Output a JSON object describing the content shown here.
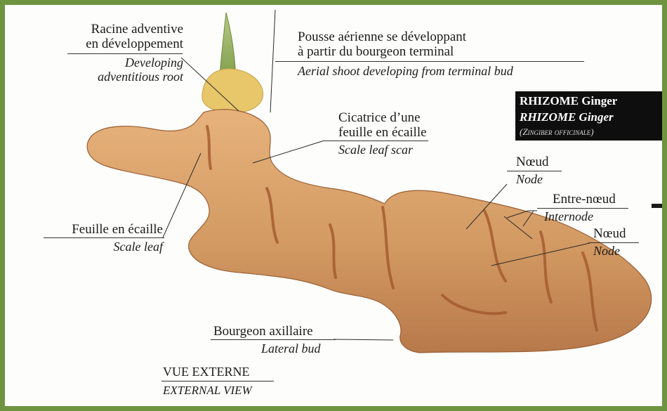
{
  "title": {
    "fr": "VUE EXTERNE",
    "en": "EXTERNAL VIEW"
  },
  "box": {
    "line1": "RHIZOME Ginger",
    "line2": "RHIZOME Ginger",
    "line3": "(Zingiber officinale)"
  },
  "labels": {
    "adventitious_root": {
      "fr1": "Racine adventive",
      "fr2": "en développement",
      "en1": "Developing",
      "en2": "adventitious root"
    },
    "aerial_shoot": {
      "fr1": "Pousse aérienne se développant",
      "fr2": "à partir du bourgeon terminal",
      "en": "Aerial shoot developing from terminal bud"
    },
    "scale_leaf_scar": {
      "fr1": "Cicatrice d’une",
      "fr2": "feuille en écaille",
      "en": "Scale leaf scar"
    },
    "node_upper": {
      "fr": "Nœud",
      "en": "Node"
    },
    "internode": {
      "fr": "Entre-nœud",
      "en": "Internode"
    },
    "node_lower": {
      "fr": "Nœud",
      "en": "Node"
    },
    "scale_leaf": {
      "fr": "Feuille en écaille",
      "en": "Scale leaf"
    },
    "lateral_bud": {
      "fr": "Bourgeon axillaire",
      "en": "Lateral bud"
    }
  },
  "colors": {
    "frame": "#6f9440",
    "rhizome": "#d39a63",
    "rhizome_dark": "#a9643a",
    "shoot": "#8fae52",
    "bud": "#e9cb6a"
  }
}
